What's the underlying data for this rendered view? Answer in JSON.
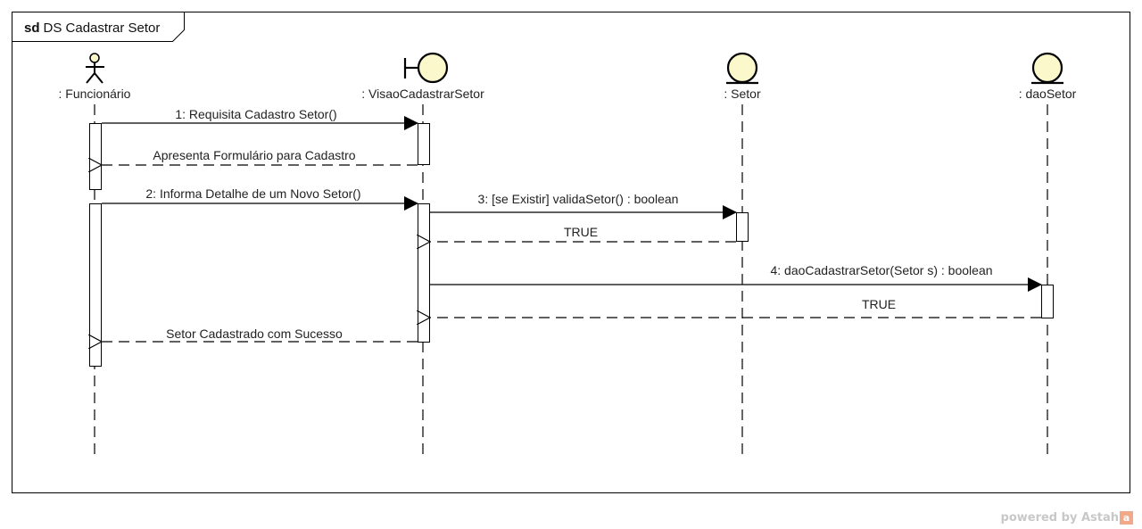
{
  "frame": {
    "keyword": "sd",
    "title": "DS Cadastrar Setor"
  },
  "colors": {
    "lifeline_fill": "#fbf8cc",
    "stroke": "#000000",
    "watermark": "#c8c8c8",
    "logo": "#f2a98a"
  },
  "lifelines": [
    {
      "id": "funcionario",
      "label": ": Funcionário",
      "kind": "actor"
    },
    {
      "id": "visao",
      "label": ": VisaoCadastrarSetor",
      "kind": "boundary"
    },
    {
      "id": "setor",
      "label": ": Setor",
      "kind": "entity"
    },
    {
      "id": "dao",
      "label": ": daoSetor",
      "kind": "entity"
    }
  ],
  "messages": [
    {
      "label": "1: Requisita Cadastro Setor()",
      "from": "funcionario",
      "to": "visao",
      "type": "sync"
    },
    {
      "label": "Apresenta Formulário para Cadastro",
      "from": "visao",
      "to": "funcionario",
      "type": "return"
    },
    {
      "label": "2: Informa Detalhe de um Novo Setor()",
      "from": "funcionario",
      "to": "visao",
      "type": "sync"
    },
    {
      "label": "3: [se Existir] validaSetor() : boolean",
      "from": "visao",
      "to": "setor",
      "type": "sync"
    },
    {
      "label": "TRUE",
      "from": "setor",
      "to": "visao",
      "type": "return"
    },
    {
      "label": "4: daoCadastrarSetor(Setor s) : boolean",
      "from": "visao",
      "to": "dao",
      "type": "sync"
    },
    {
      "label": "TRUE",
      "from": "dao",
      "to": "visao",
      "type": "return"
    },
    {
      "label": "Setor Cadastrado com Sucesso",
      "from": "visao",
      "to": "funcionario",
      "type": "return"
    }
  ],
  "watermark": {
    "text": "powered by Astah",
    "logo_glyph": "a"
  }
}
